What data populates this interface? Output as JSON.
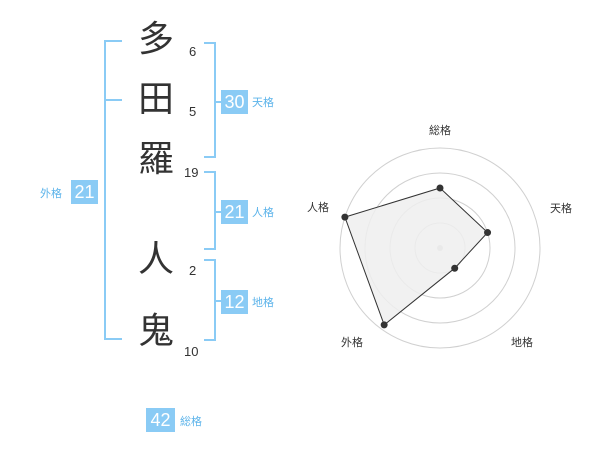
{
  "name_chars": [
    {
      "char": "多",
      "strokes": "6"
    },
    {
      "char": "田",
      "strokes": "5"
    },
    {
      "char": "羅",
      "strokes": "19"
    },
    {
      "char": "人",
      "strokes": "2"
    },
    {
      "char": "鬼",
      "strokes": "10"
    }
  ],
  "fortunes": {
    "tenkaku": {
      "value": "30",
      "label": "天格"
    },
    "jinkaku": {
      "value": "21",
      "label": "人格"
    },
    "chikaku": {
      "value": "12",
      "label": "地格"
    },
    "gaikaku": {
      "value": "21",
      "label": "外格"
    },
    "soukaku": {
      "value": "42",
      "label": "総格"
    }
  },
  "radar": {
    "axes": [
      "総格",
      "天格",
      "地格",
      "外格",
      "人格"
    ],
    "values": [
      0.6,
      0.5,
      0.25,
      0.95,
      1.0
    ],
    "max": 1.0,
    "rings": 4
  },
  "colors": {
    "accent": "#8acbf5",
    "accent_text": "#5bb3ea",
    "text": "#333333",
    "grid": "#d0d0d0",
    "fill": "#efefef"
  }
}
